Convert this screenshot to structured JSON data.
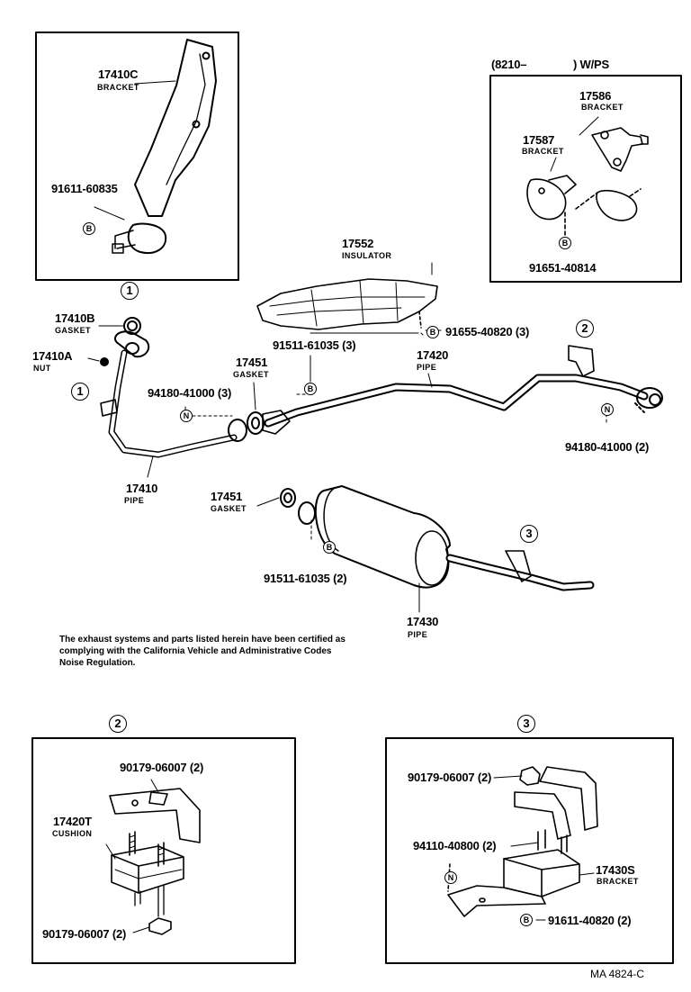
{
  "top_left_box": {
    "bracket_num": "17410C",
    "bracket_name": "BRACKET",
    "bolt_num": "91611-60835",
    "bolt_sym": "B"
  },
  "top_right_box": {
    "heading_a": "(8210–",
    "heading_b": ") W/PS",
    "bracket1_num": "17586",
    "bracket1_name": "BRACKET",
    "bracket2_num": "17587",
    "bracket2_name": "BRACKET",
    "bolt_sym": "B",
    "bolt_num": "91651-40814"
  },
  "main": {
    "insulator_num": "17552",
    "insulator_name": "INSULATOR",
    "ins_bolt_sym": "B",
    "ins_bolt_num": "91655-40820 (3)",
    "gasket_b_num": "17410B",
    "gasket_b_name": "GASKET",
    "nut_a_num": "17410A",
    "nut_a_name": "NUT",
    "ref1_top": "1",
    "ref1_side": "1",
    "gasket1_num": "17451",
    "gasket1_name": "GASKET",
    "bolt1_num": "91511-61035 (3)",
    "bolt1_sym": "B",
    "nut1_num": "94180-41000 (3)",
    "nut1_sym": "N",
    "pipe1_num": "17410",
    "pipe1_name": "PIPE",
    "pipe2_num": "17420",
    "pipe2_name": "PIPE",
    "ref2": "2",
    "nut2_sym": "N",
    "nut2_num": "94180-41000 (2)",
    "gasket2_num": "17451",
    "gasket2_name": "GASKET",
    "bolt2_sym": "B",
    "bolt2_num": "91511-61035 (2)",
    "ref3": "3",
    "pipe3_num": "17430",
    "pipe3_name": "PIPE",
    "note": "The exhaust systems and parts listed herein have been certified as complying with the California Vehicle and Administrative Codes Noise Regulation."
  },
  "detail2": {
    "ref": "2",
    "top_nut_num": "90179-06007 (2)",
    "cushion_num": "17420T",
    "cushion_name": "CUSHION",
    "bottom_nut_num": "90179-06007 (2)"
  },
  "detail3": {
    "ref": "3",
    "nut_num": "90179-06007 (2)",
    "bolt_num": "94110-40800 (2)",
    "bolt_sym": "N",
    "bracket_num": "17430S",
    "bracket_name": "BRACKET",
    "b_sym": "B",
    "b_num": "91611-40820 (2)"
  },
  "footer": {
    "code": "MA  4824-C"
  }
}
